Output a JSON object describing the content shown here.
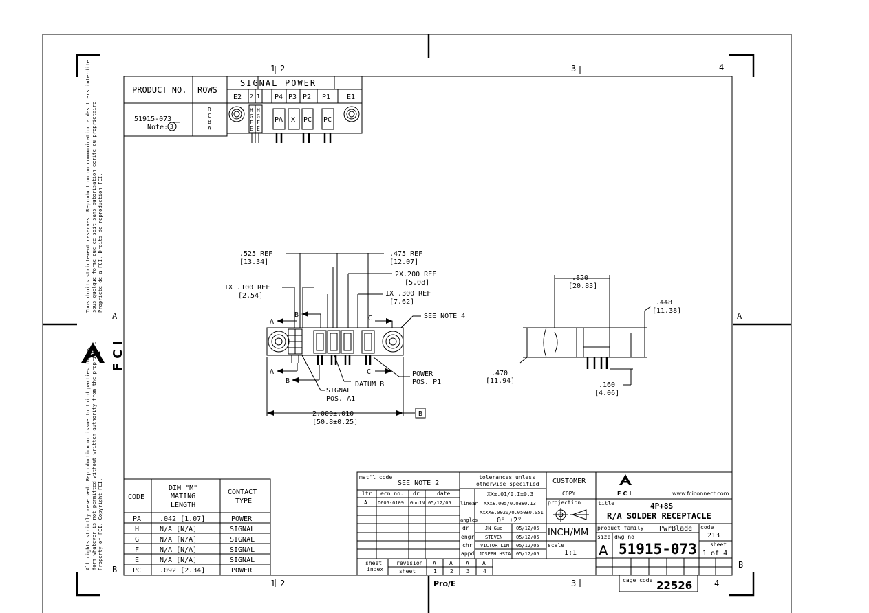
{
  "zones": {
    "col_1": "1",
    "col_2": "2",
    "col_3": "3",
    "col_4": "4",
    "row_a": "A",
    "row_b": "B"
  },
  "legal": {
    "french_1": "Tous droits strictement reserves.  Reproduction ou communication a des tiers interdite",
    "french_2": "sous quelque forme que ce soit sans autorisation ecrite du proprietaire.",
    "french_3": "Propriete de a FCI.  Droits de reproduction FCI.",
    "english_1": "All rights strictly reserved.  Reproduction or issue to third parties in any",
    "english_2": "form whatever is not permitted without written authority from the proprietor.",
    "english_3": "Property of FCI.  Copyright FCI."
  },
  "side_logo": "FCI",
  "product_table": {
    "h_product": "PRODUCT NO.",
    "h_rows": "ROWS",
    "h_signal": "SIGNAL",
    "h_power": "POWER",
    "cols": [
      "E2",
      "2",
      "1",
      "P4",
      "P3",
      "P2",
      "P1",
      "E1"
    ],
    "product_no": "51915-073__",
    "note": "Note:",
    "note_ref": "3",
    "rows": [
      "D",
      "C",
      "B",
      "A"
    ],
    "sig_col2": [
      "H",
      "G",
      "F",
      "E"
    ],
    "sig_col1": [
      "H",
      "G",
      "F",
      "E"
    ],
    "power": [
      "PA",
      "X",
      "PC",
      "PC"
    ]
  },
  "dims": {
    "d525": ".525   REF",
    "d525m": "[13.34]",
    "d475": ".475   REF",
    "d475m": "[12.07]",
    "d200": "2X.200   REF",
    "d200m": "[5.08]",
    "d100": "IX .100  REF",
    "d100m": "[2.54]",
    "d300": "IX .300  REF",
    "d300m": "[7.62]",
    "see_note4": "SEE NOTE 4",
    "sec_a": "A",
    "sec_b": "B",
    "sec_c": "C",
    "power_pos": "POWER",
    "power_pos2": "POS. P1",
    "datum": "DATUM B",
    "signal_pos": "SIGNAL",
    "signal_pos2": "POS. A1",
    "d2000": "2.000±.010",
    "d2000m": "[50.8±0.25]",
    "datum_box": "B",
    "d820": ".820",
    "d820m": "[20.83]",
    "d448": ".448",
    "d448m": "[11.38]",
    "d470": ".470",
    "d470m": "[11.94]",
    "d160": ".160",
    "d160m": "[4.06]"
  },
  "code_table": {
    "h_code": "CODE",
    "h_dim1": "DIM \"M\"",
    "h_dim2": "MATING",
    "h_dim3": "LENGTH",
    "h_type1": "CONTACT",
    "h_type2": "TYPE",
    "rows": [
      {
        "code": "PA",
        "length": ".042  [1.07]",
        "type": "POWER"
      },
      {
        "code": "H",
        "length": "N/A   [N/A]",
        "type": "SIGNAL"
      },
      {
        "code": "G",
        "length": "N/A   [N/A]",
        "type": "SIGNAL"
      },
      {
        "code": "F",
        "length": "N/A   [N/A]",
        "type": "SIGNAL"
      },
      {
        "code": "E",
        "length": "N/A   [N/A]",
        "type": "SIGNAL"
      },
      {
        "code": "PC",
        "length": ".092  [2.34]",
        "type": "POWER"
      }
    ]
  },
  "title_block": {
    "matl_label": "mat'l code",
    "matl_value": "SEE NOTE 2",
    "rev_headers": [
      "ltr",
      "ecn no.",
      "dr",
      "date"
    ],
    "rev_row": [
      "A",
      "D605-0109",
      "GuoJN",
      "05/12/05"
    ],
    "tol_1": "tolerances unless",
    "tol_2": "otherwise specified",
    "linear": "linear",
    "angles": "angles",
    "tol_a": "XX±.01/0.I±0.3",
    "tol_b": "XXX±.005/0.08±0.13",
    "tol_c": "XXXX±.0020/0.050±0.051",
    "tol_ang": "0° ±2°",
    "roles": [
      {
        "role": "dr",
        "name": "JN Guo",
        "date": "05/12/05"
      },
      {
        "role": "engr",
        "name": "STEVEN",
        "date": "05/12/05"
      },
      {
        "role": "chr",
        "name": "VICTOR LIN",
        "date": "05/12/05"
      },
      {
        "role": "appd",
        "name": "JOSEPH HSIA",
        "date": "05/12/05"
      }
    ],
    "sheet_index": "sheet",
    "sheet_index2": "index",
    "revision": "revision",
    "sheet": "sheet",
    "rev_letters": [
      "A",
      "A",
      "A",
      "A"
    ],
    "sheet_nums": [
      "1",
      "2",
      "3",
      "4"
    ],
    "customer": "CUSTOMER",
    "copy": "COPY",
    "projection": "projection",
    "units": "INCH/MM",
    "scale_label": "scale",
    "scale": "1:1",
    "logo": "FCI",
    "website": "www.fciconnect.com",
    "title_label": "title",
    "title_1": "4P+8S",
    "title_2": "R/A SOLDER RECEPTACLE",
    "family_label": "product family",
    "family": "PwrBlade",
    "code_label": "code",
    "code": "213",
    "size_label": "size",
    "size": "A",
    "dwg_label": "dwg no",
    "dwg_no": "51915-073",
    "sheet_label": "sheet",
    "sheet_of": "1 of 4",
    "proe": "Pro/E",
    "cage_label": "cage code",
    "cage": "22526"
  }
}
